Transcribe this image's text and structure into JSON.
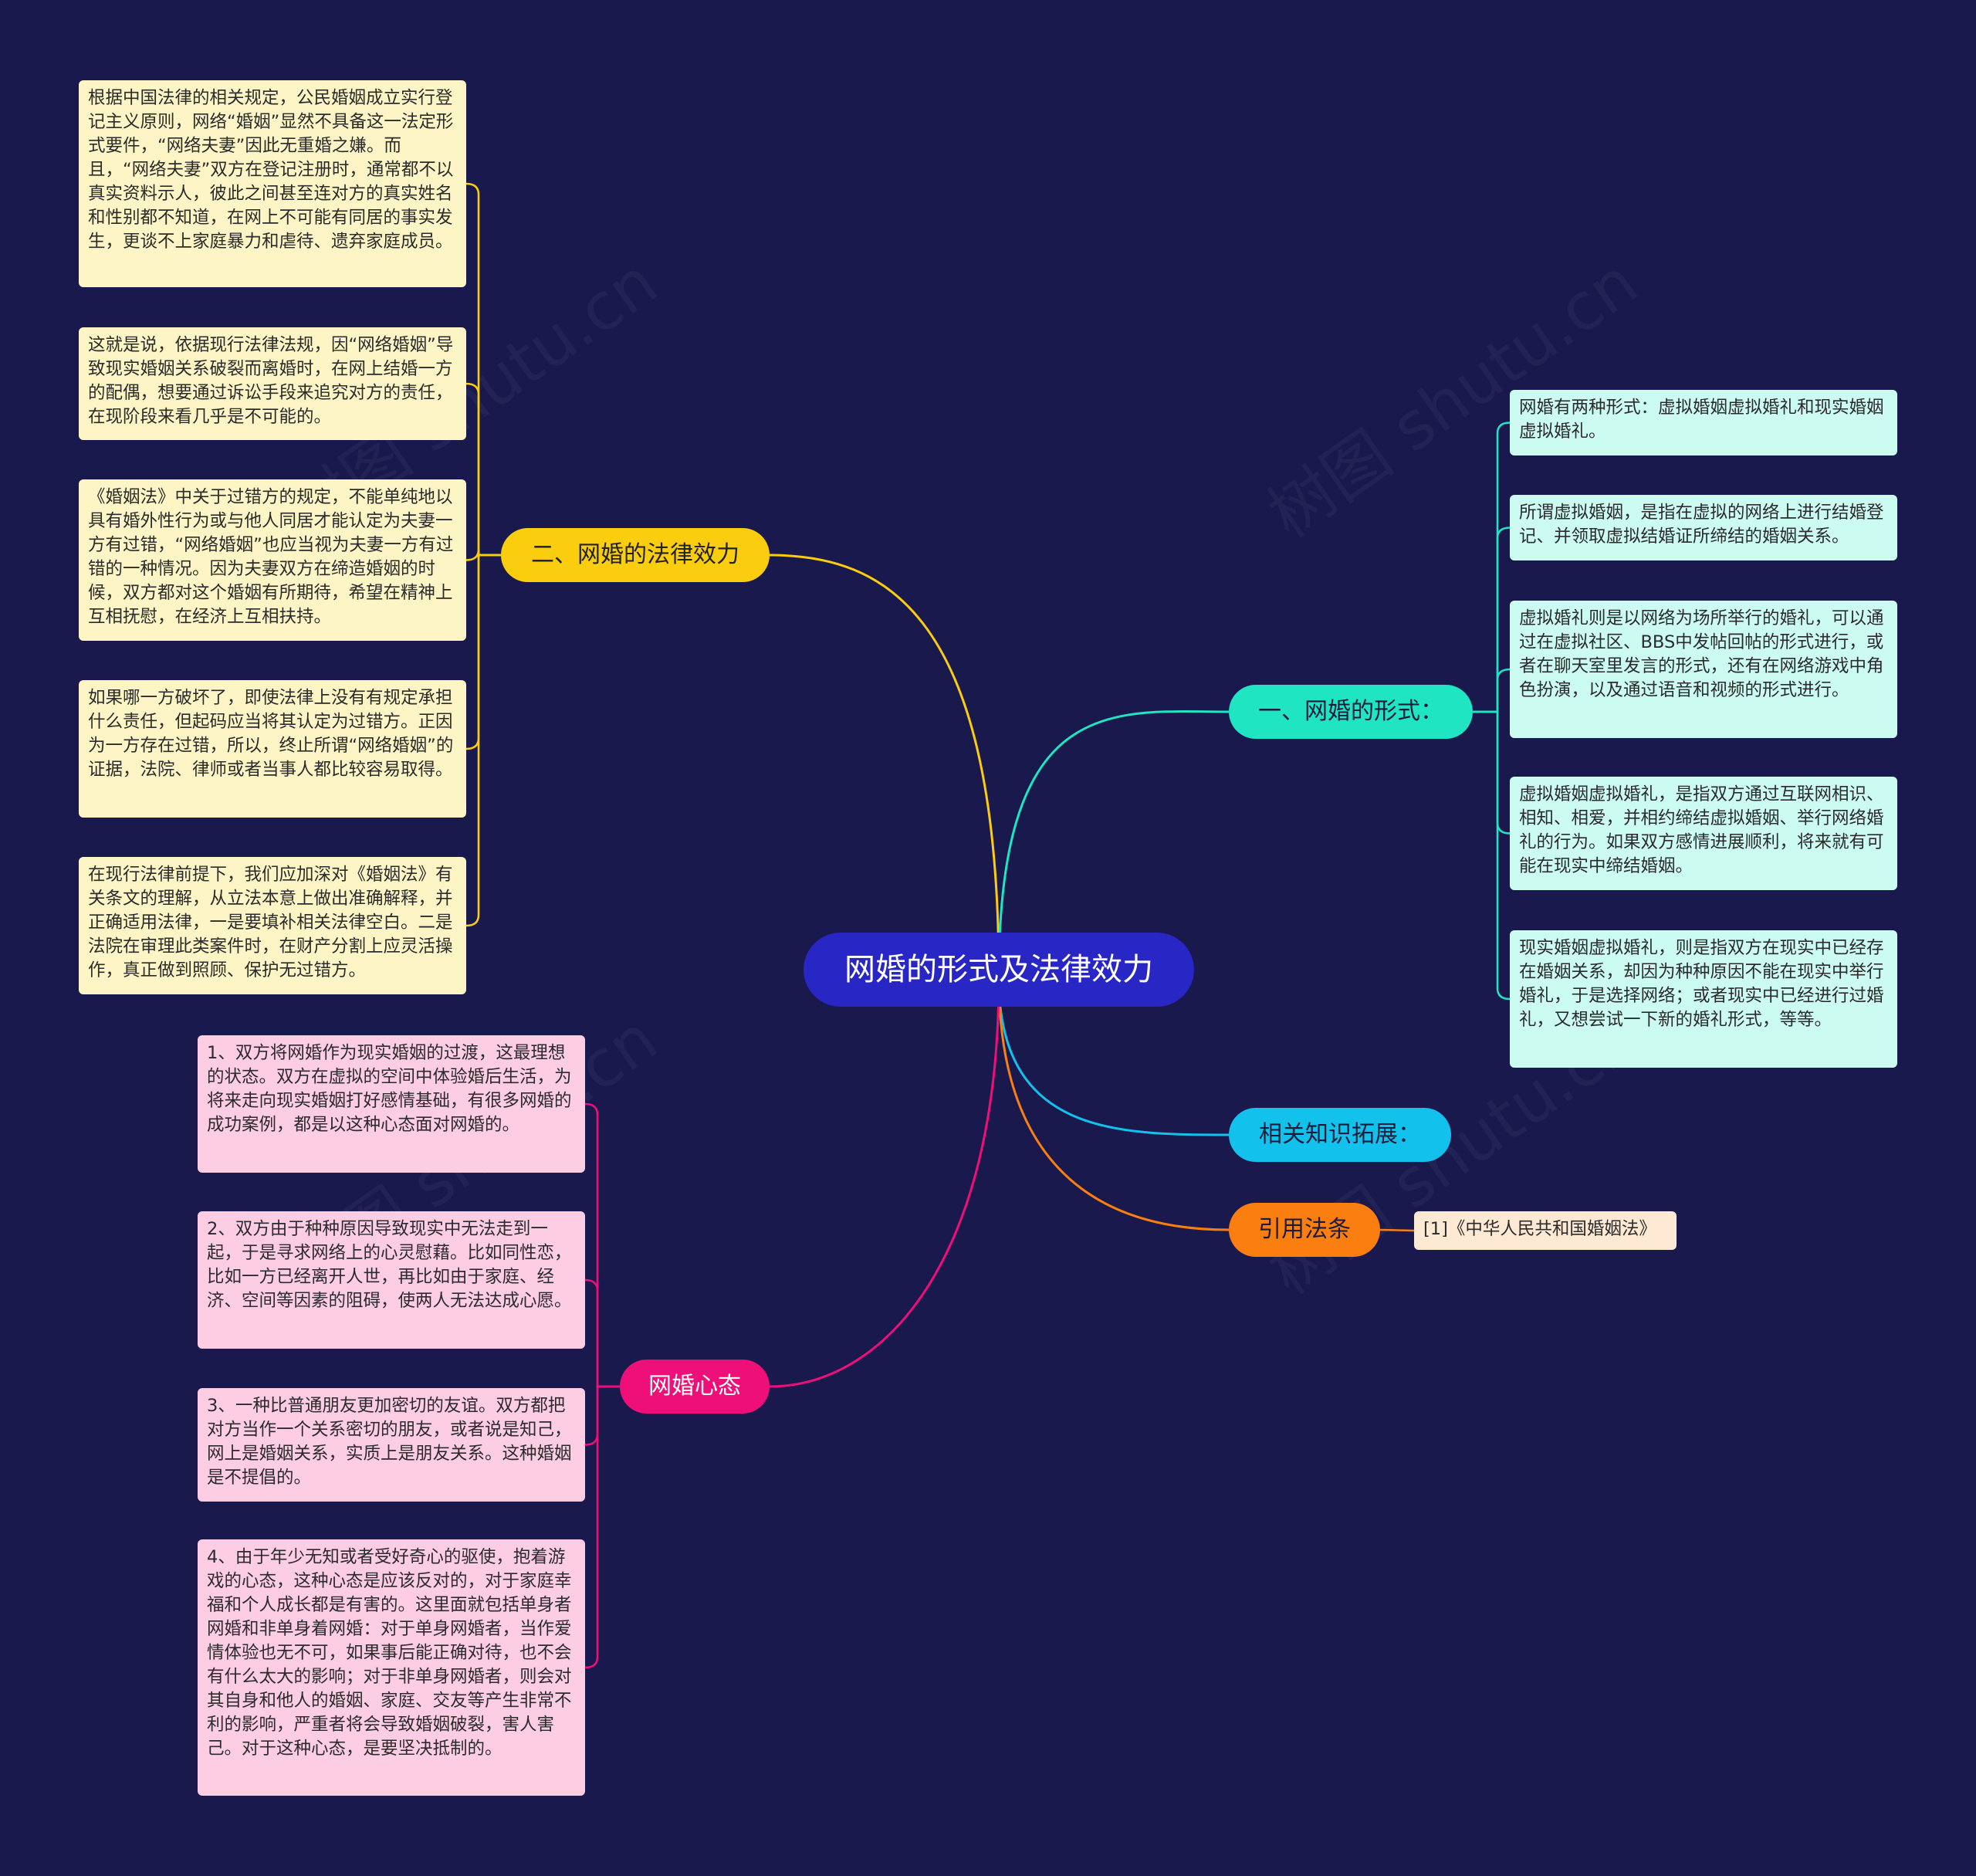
{
  "watermark": "树图 shutu.cn",
  "colors": {
    "background": "#19194e",
    "root": "#2826c4",
    "legal": "#fbcd0f",
    "legal_box": "#fdf5c6",
    "form": "#1fe5c2",
    "form_box": "#ccfbf1",
    "knowledge": "#12c2ec",
    "law": "#fb7e10",
    "law_box": "#fee9d4",
    "mindset": "#ef0f78",
    "mindset_box": "#fdcde4"
  },
  "root": {
    "label": "网婚的形式及法律效力"
  },
  "legal_effect": {
    "label": "二、网婚的法律效力",
    "items": [
      "根据中国法律的相关规定，公民婚姻成立实行登记主义原则，网络“婚姻”显然不具备这一法定形式要件，“网络夫妻”因此无重婚之嫌。而且，“网络夫妻”双方在登记注册时，通常都不以真实资料示人，彼此之间甚至连对方的真实姓名和性别都不知道，在网上不可能有同居的事实发生，更谈不上家庭暴力和虐待、遗弃家庭成员。",
      "这就是说，依据现行法律法规，因“网络婚姻”导致现实婚姻关系破裂而离婚时，在网上结婚一方的配偶，想要通过诉讼手段来追究对方的责任，在现阶段来看几乎是不可能的。",
      "《婚姻法》中关于过错方的规定，不能单纯地以具有婚外性行为或与他人同居才能认定为夫妻一方有过错，“网络婚姻”也应当视为夫妻一方有过错的一种情况。因为夫妻双方在缔造婚姻的时候，双方都对这个婚姻有所期待，希望在精神上互相抚慰，在经济上互相扶持。",
      "如果哪一方破坏了，即使法律上没有有规定承担什么责任，但起码应当将其认定为过错方。正因为一方存在过错，所以，终止所谓“网络婚姻”的证据，法院、律师或者当事人都比较容易取得。",
      "在现行法律前提下，我们应加深对《婚姻法》有关条文的理解，从立法本意上做出准确解释，并正确适用法律，一是要填补相关法律空白。二是法院在审理此类案件时，在财产分割上应灵活操作，真正做到照顾、保护无过错方。"
    ]
  },
  "forms": {
    "label": "一、网婚的形式：",
    "items": [
      "网婚有两种形式：虚拟婚姻虚拟婚礼和现实婚姻虚拟婚礼。",
      "所谓虚拟婚姻，是指在虚拟的网络上进行结婚登记、并领取虚拟结婚证所缔结的婚姻关系。",
      "虚拟婚礼则是以网络为场所举行的婚礼，可以通过在虚拟社区、BBS中发帖回帖的形式进行，或者在聊天室里发言的形式，还有在网络游戏中角色扮演，以及通过语音和视频的形式进行。",
      "虚拟婚姻虚拟婚礼，是指双方通过互联网相识、相知、相爱，并相约缔结虚拟婚姻、举行网络婚礼的行为。如果双方感情进展顺利，将来就有可能在现实中缔结婚姻。",
      "现实婚姻虚拟婚礼，则是指双方在现实中已经存在婚姻关系，却因为种种原因不能在现实中举行婚礼，于是选择网络；或者现实中已经进行过婚礼，又想尝试一下新的婚礼形式，等等。"
    ]
  },
  "knowledge": {
    "label": "相关知识拓展："
  },
  "law_ref": {
    "label": "引用法条",
    "items": [
      "[1]《中华人民共和国婚姻法》"
    ]
  },
  "mindset": {
    "label": "网婚心态",
    "items": [
      "1、双方将网婚作为现实婚姻的过渡，这最理想的状态。双方在虚拟的空间中体验婚后生活，为将来走向现实婚姻打好感情基础，有很多网婚的成功案例，都是以这种心态面对网婚的。",
      "2、双方由于种种原因导致现实中无法走到一起，于是寻求网络上的心灵慰藉。比如同性恋，比如一方已经离开人世，再比如由于家庭、经济、空间等因素的阻碍，使两人无法达成心愿。",
      "3、一种比普通朋友更加密切的友谊。双方都把对方当作一个关系密切的朋友，或者说是知己，网上是婚姻关系，实质上是朋友关系。这种婚姻是不提倡的。",
      "4、由于年少无知或者受好奇心的驱使，抱着游戏的心态，这种心态是应该反对的，对于家庭幸福和个人成长都是有害的。这里面就包括单身者网婚和非单身着网婚：对于单身网婚者，当作爱情体验也无不可，如果事后能正确对待，也不会有什么太大的影响；对于非单身网婚者，则会对其自身和他人的婚姻、家庭、交友等产生非常不利的影响，严重者将会导致婚姻破裂，害人害己。对于这种心态，是要坚决抵制的。"
    ]
  }
}
